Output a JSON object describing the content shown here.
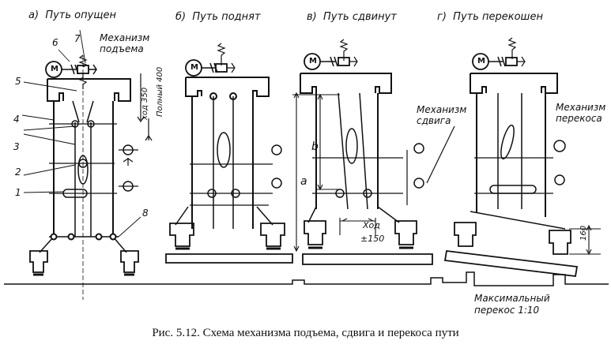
{
  "panels": [
    {
      "letter": "а)",
      "title": "Путь опущен"
    },
    {
      "letter": "б)",
      "title": "Путь поднят"
    },
    {
      "letter": "в)",
      "title": "Путь сдвинут"
    },
    {
      "letter": "г)",
      "title": "Путь перекошен"
    }
  ],
  "labels": {
    "lift_mechanism": [
      "Механизм",
      "подъема"
    ],
    "shift_mechanism": [
      "Механизм",
      "сдвига"
    ],
    "skew_mechanism": [
      "Механизм",
      "перекоса"
    ],
    "max_skew": [
      "Максимальный",
      "перекос 1:10"
    ],
    "stroke_350": "ход 350",
    "full_400": "Полный 400",
    "stroke_shift": "Ход",
    "shift_value": "±150",
    "skew_160": "160",
    "dim_a": "a",
    "dim_b": "b",
    "motor": "М"
  },
  "part_numbers": [
    "1",
    "2",
    "3",
    "4",
    "5",
    "6",
    "7",
    "8"
  ],
  "caption": "Рис. 5.12. Схема механизма подъема, сдвига и перекоса пути"
}
